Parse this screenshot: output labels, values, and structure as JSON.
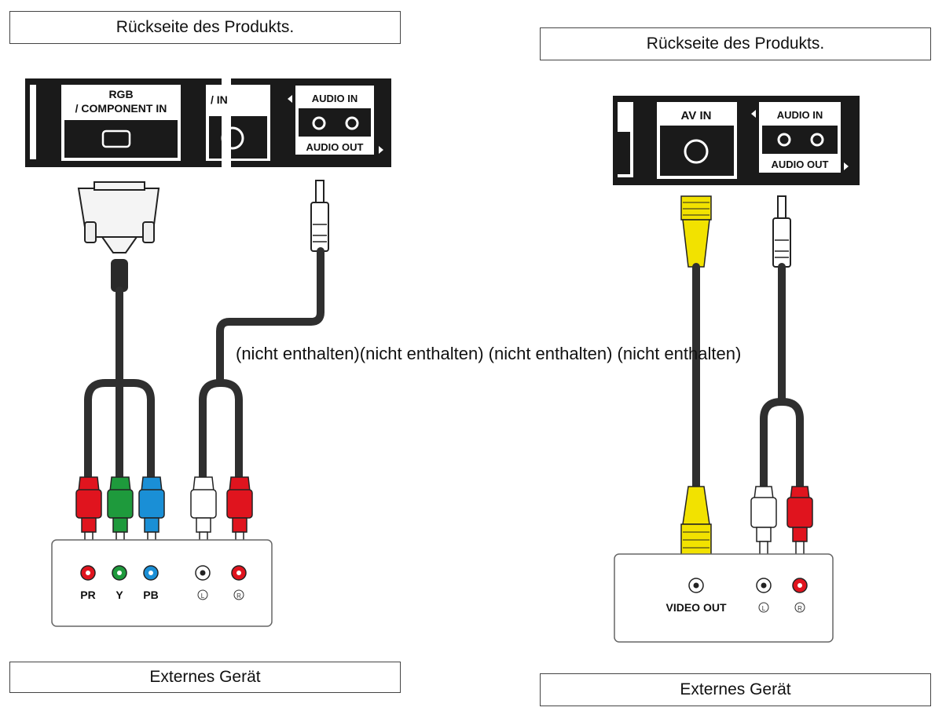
{
  "labels": {
    "product_back_left": "Rückseite des Produkts.",
    "product_back_right": "Rückseite des Produkts.",
    "external_device_left": "Externes Gerät",
    "external_device_right": "Externes Gerät",
    "not_included_line": "(nicht enthalten)(nicht enthalten) (nicht enthalten) (nicht enthalten)"
  },
  "left_panel": {
    "port_rgb_line1": "RGB",
    "port_rgb_line2": "/ COMPONENT IN",
    "port_av_partial": "/ IN",
    "audio_in": "AUDIO IN",
    "audio_out": "AUDIO OUT"
  },
  "right_panel": {
    "port_av": "AV IN",
    "audio_in": "AUDIO IN",
    "audio_out": "AUDIO OUT"
  },
  "left_device": {
    "jack_pr": "PR",
    "jack_y": "Y",
    "jack_pb": "PB",
    "jack_l": "L",
    "jack_r": "R"
  },
  "right_device": {
    "video_out": "VIDEO OUT",
    "jack_l": "L",
    "jack_r": "R"
  },
  "colors": {
    "panel": "#1a1a1a",
    "cable": "#333333",
    "red": "#e0141e",
    "green": "#1e9a3c",
    "blue": "#1a8fd6",
    "yellow": "#f2e200",
    "white": "#ffffff"
  }
}
